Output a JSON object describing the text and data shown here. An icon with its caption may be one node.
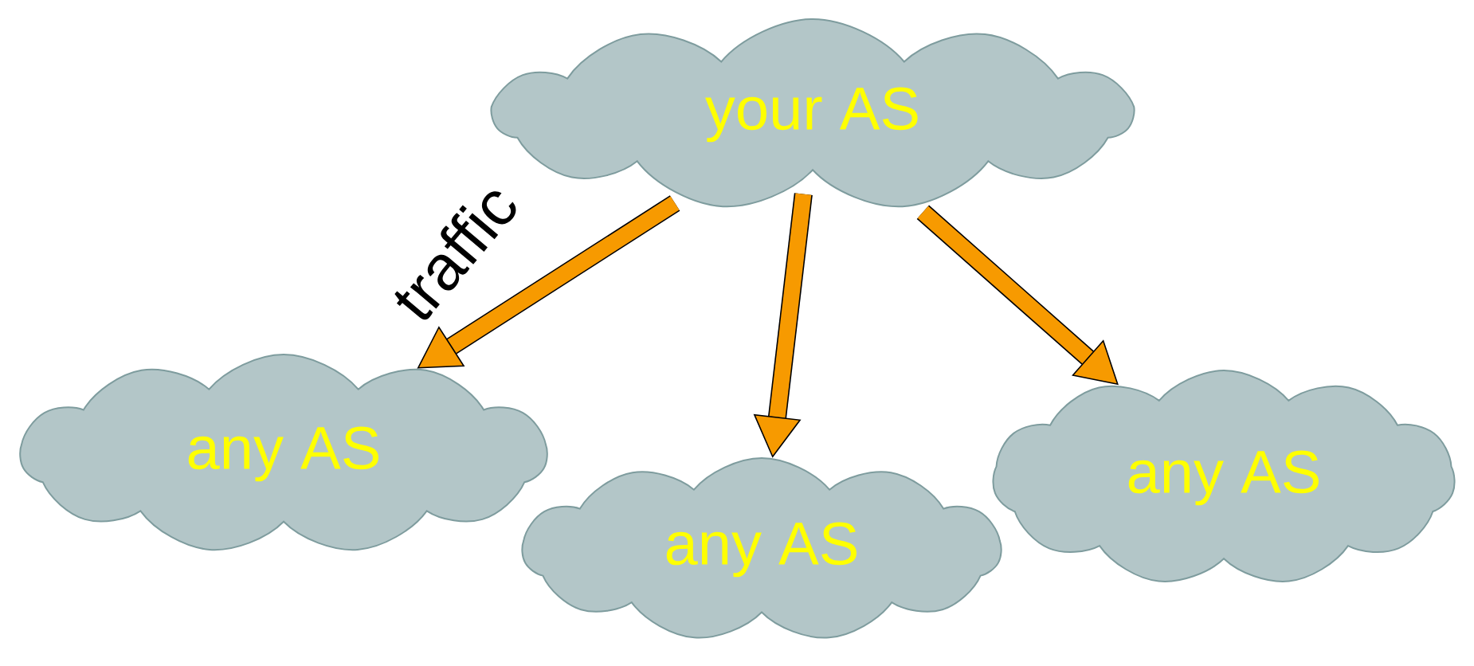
{
  "diagram": {
    "nodes": [
      {
        "text": [
          "your AS"
        ]
      },
      {
        "text": [
          "any AS"
        ]
      },
      {
        "text": [
          "any AS"
        ]
      },
      {
        "text": [
          "any AS"
        ]
      }
    ],
    "edges": [
      {
        "from": 0,
        "to": 1,
        "arrow": "to",
        "label": "traffic"
      },
      {
        "from": 0,
        "to": 2,
        "arrow": "to"
      },
      {
        "from": 0,
        "to": 3,
        "arrow": "to"
      }
    ]
  }
}
